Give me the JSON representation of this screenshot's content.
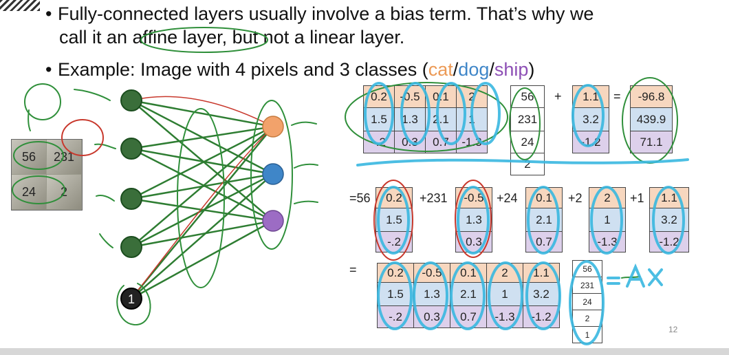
{
  "slide": {
    "bullet1_line1": "Fully-connected layers usually involve a bias term. That’s why we",
    "bullet1_line2": "call it an affine layer, but not a linear layer.",
    "bullet2_prefix": "Example: Image with 4 pixels and 3 classes (",
    "class_cat": "cat",
    "sep1": "/",
    "class_dog": "dog",
    "sep2": "/",
    "class_ship": "ship",
    "bullet2_suffix": ")",
    "page_number": "12"
  },
  "image_pixels": [
    "56",
    "231",
    "24",
    "2"
  ],
  "bias_node_label": "1",
  "equation1": {
    "W": [
      [
        "0.2",
        "-0.5",
        "0.1",
        "2"
      ],
      [
        "1.5",
        "1.3",
        "2.1",
        "1"
      ],
      [
        "-.2",
        "0.3",
        "0.7",
        "-1.3"
      ]
    ],
    "x": [
      "56",
      "231",
      "24",
      "2"
    ],
    "plus": "+",
    "b": [
      "1.1",
      "3.2",
      "-1.2"
    ],
    "equals": "=",
    "result": [
      "-96.8",
      "439.9",
      "71.1"
    ]
  },
  "equation2": {
    "terms": [
      {
        "coef": "=56",
        "col": [
          "0.2",
          "1.5",
          "-.2"
        ]
      },
      {
        "coef": "+231",
        "col": [
          "-0.5",
          "1.3",
          "0.3"
        ]
      },
      {
        "coef": "+24",
        "col": [
          "0.1",
          "2.1",
          "0.7"
        ]
      },
      {
        "coef": "+2",
        "col": [
          "2",
          "1",
          "-1.3"
        ]
      },
      {
        "coef": "+1",
        "col": [
          "1.1",
          "3.2",
          "-1.2"
        ]
      }
    ]
  },
  "equation3": {
    "equals": "=",
    "A": [
      [
        "0.2",
        "-0.5",
        "0.1",
        "2",
        "1.1"
      ],
      [
        "1.5",
        "1.3",
        "2.1",
        "1",
        "3.2"
      ],
      [
        "-.2",
        "0.3",
        "0.7",
        "-1.3",
        "-1.2"
      ]
    ],
    "x": [
      "56",
      "231",
      "24",
      "2",
      "1"
    ]
  },
  "colors": {
    "cat": "#ec9a56",
    "dog": "#3f86c8",
    "ship": "#8d4fb5",
    "ink_green": "#2f8f3a",
    "ink_cyan": "#39b8e0",
    "ink_red": "#c8382c"
  }
}
